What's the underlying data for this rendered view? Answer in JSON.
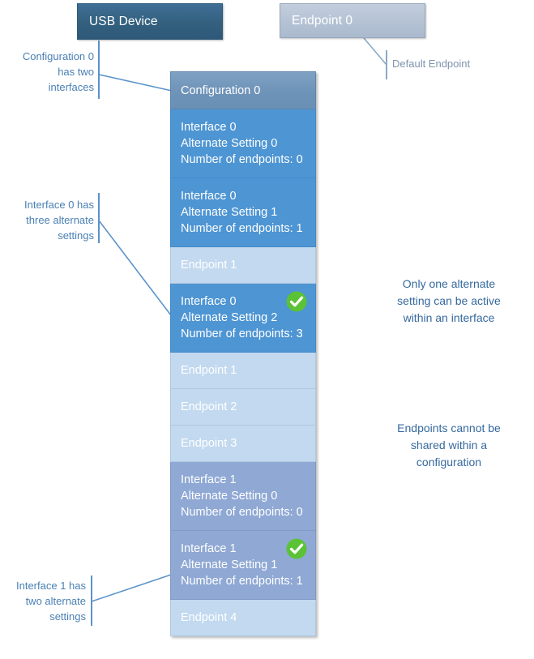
{
  "diagram": {
    "title_boxes": [
      {
        "id": "usb-device",
        "label": "USB Device"
      },
      {
        "id": "endpoint-0",
        "label": "Endpoint 0"
      }
    ],
    "stack": {
      "config_row": {
        "label": "Configuration 0"
      },
      "rows": [
        {
          "kind": "interface",
          "iface": 0,
          "lines": [
            "Interface 0",
            "Alternate Setting 0",
            "Number of endpoints: 0"
          ],
          "active": false
        },
        {
          "kind": "interface",
          "iface": 0,
          "lines": [
            "Interface 0",
            "Alternate Setting 1",
            "Number of endpoints: 1"
          ],
          "active": false
        },
        {
          "kind": "endpoint",
          "lines": [
            "Endpoint 1"
          ]
        },
        {
          "kind": "interface",
          "iface": 0,
          "lines": [
            "Interface 0",
            "Alternate Setting 2",
            "Number of endpoints: 3"
          ],
          "active": true
        },
        {
          "kind": "endpoint",
          "lines": [
            "Endpoint 1"
          ]
        },
        {
          "kind": "endpoint",
          "lines": [
            "Endpoint 2"
          ]
        },
        {
          "kind": "endpoint",
          "lines": [
            "Endpoint 3"
          ]
        },
        {
          "kind": "interface",
          "iface": 1,
          "lines": [
            "Interface 1",
            "Alternate Setting 0",
            "Number of endpoints: 0"
          ],
          "active": false
        },
        {
          "kind": "interface",
          "iface": 1,
          "lines": [
            "Interface 1",
            "Alternate Setting 1",
            "Number of endpoints: 1"
          ],
          "active": true
        },
        {
          "kind": "endpoint",
          "lines": [
            "Endpoint 4"
          ]
        }
      ]
    },
    "annotations": {
      "config": {
        "lines": [
          "Configuration 0",
          "has two",
          "interfaces"
        ]
      },
      "interface0": {
        "lines": [
          "Interface 0 has",
          "three alternate",
          "settings"
        ]
      },
      "interface1": {
        "lines": [
          "Interface 1 has",
          "two alternate",
          "settings"
        ]
      },
      "default_endpoint": {
        "lines": [
          "Default Endpoint"
        ]
      },
      "only_one_active": {
        "lines": [
          "Only one alternate",
          "setting can be active",
          "within an interface"
        ]
      },
      "endpoints_not_shared": {
        "lines": [
          "Endpoints cannot be",
          "shared within a",
          "configuration"
        ]
      }
    },
    "icons": {
      "active_check": "check-circle-icon"
    },
    "colors": {
      "usb_device_box": "#34617f",
      "endpoint0_box": "#b4c2d4",
      "configuration_row": "#6e93b8",
      "interface0_row": "#4e95d3",
      "interface1_row": "#8fa8d4",
      "endpoint_row": "#c2d9ef",
      "annotation_text": "#4a80b4",
      "note_text": "#36699e",
      "default_endpoint_text": "#7d93ad",
      "check_green": "#5bc236",
      "connector_line": "#5b93c9"
    }
  }
}
